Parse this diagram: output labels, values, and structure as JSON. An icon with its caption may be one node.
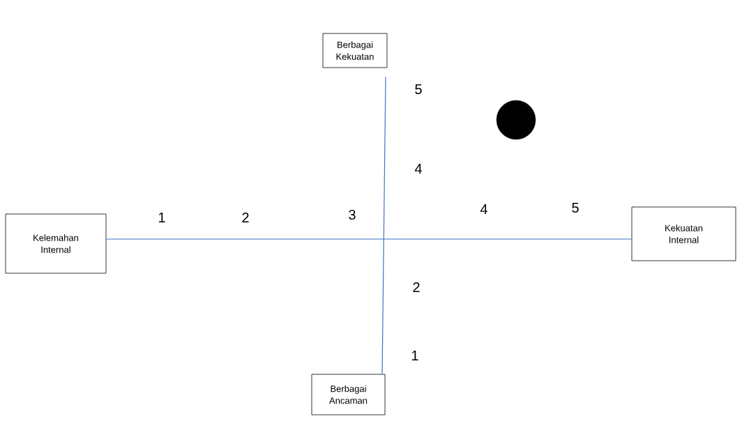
{
  "diagram": {
    "nodes": [
      {
        "text": [
          "Berbagai Kekuatan"
        ]
      },
      {
        "text": [],
        "shape": "circle"
      },
      {
        "text": [
          "Kelemahan Internal"
        ]
      },
      {
        "text": [
          "Kekuatan Internal"
        ]
      },
      {
        "text": [
          "Berbagai Ancaman"
        ]
      }
    ],
    "edges": [
      {
        "from": 0,
        "to": 4,
        "arrow": "none"
      },
      {
        "from": 2,
        "to": 3,
        "arrow": "none"
      }
    ],
    "labels": [
      "5",
      "4",
      "1",
      "2",
      "3",
      "4",
      "5",
      "2",
      "1"
    ]
  }
}
